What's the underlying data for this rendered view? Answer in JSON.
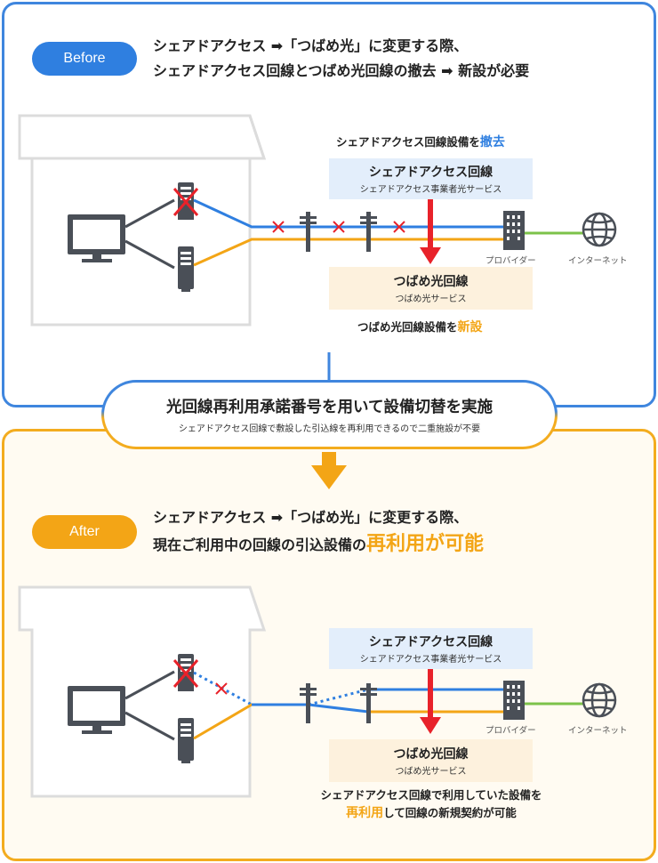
{
  "before": {
    "badge": "Before",
    "heading_line1": "シェアドアクセス ➡「つばめ光」に変更する際、",
    "heading_line2": "シェアドアクセス回線とつばめ光回線の撤去 ➡ 新設が必要",
    "removal_caption_prefix": "シェアドアクセス回線設備を",
    "removal_caption_highlight": "撤去",
    "shared_box_title": "シェアドアクセス回線",
    "shared_box_sub": "シェアドアクセス事業者光サービス",
    "tsubame_box_title": "つばめ光回線",
    "tsubame_box_sub": "つばめ光サービス",
    "new_caption_prefix": "つばめ光回線設備を",
    "new_caption_highlight": "新設",
    "provider_label": "プロバイダー",
    "internet_label": "インターネット"
  },
  "banner": {
    "title": "光回線再利用承諾番号を用いて設備切替を実施",
    "subtitle": "シェアドアクセス回線で敷設した引込線を再利用できるので二重施設が不要"
  },
  "after": {
    "badge": "After",
    "heading_line1": "シェアドアクセス ➡「つばめ光」に変更する際、",
    "heading_line2_prefix": "現在ご利用中の回線の引込設備の",
    "heading_line2_highlight": "再利用が可能",
    "shared_box_title": "シェアドアクセス回線",
    "shared_box_sub": "シェアドアクセス事業者光サービス",
    "tsubame_box_title": "つばめ光回線",
    "tsubame_box_sub": "つばめ光サービス",
    "caption_line1": "シェアドアクセス回線で利用していた設備を",
    "caption_line2_highlight": "再利用",
    "caption_line2_suffix": "して回線の新規契約が可能",
    "provider_label": "プロバイダー",
    "internet_label": "インターネット"
  },
  "colors": {
    "blue": "#2f7fe0",
    "orange": "#f3a516",
    "green": "#7cc24a",
    "red": "#e8222a",
    "dark_gray": "#4a4f57"
  }
}
